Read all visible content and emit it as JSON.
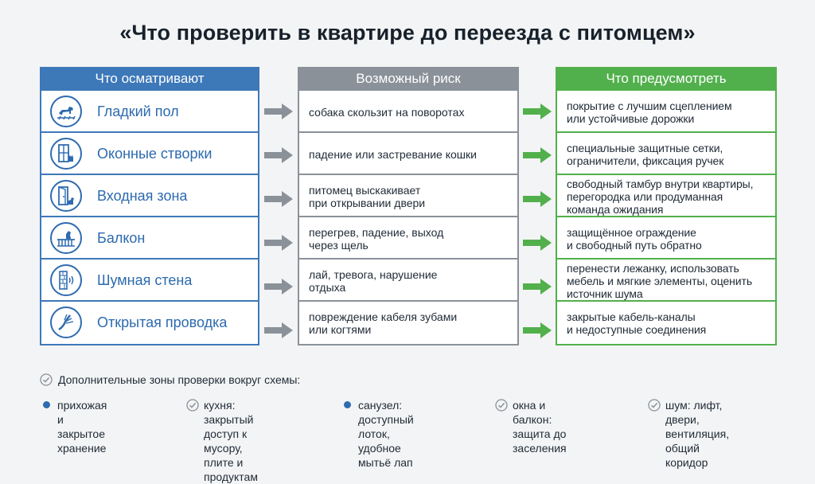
{
  "title": "«Что проверить в квартире до переезда с питомцем»",
  "columns": {
    "inspect": "Что осматривают",
    "risk": "Возможный риск",
    "provide": "Что предусмотреть"
  },
  "rows": [
    {
      "icon": "dog-on-floor-icon",
      "label": "Гладкий пол",
      "risk": "собака скользит на поворотах",
      "solution": "покрытие с лучшим сцеплением\nили устойчивые дорожки"
    },
    {
      "icon": "window-cat-icon",
      "label": "Оконные створки",
      "risk": "падение или застревание кошки",
      "solution": "специальные защитные сетки,\nограничители, фиксация ручек"
    },
    {
      "icon": "door-dog-icon",
      "label": "Входная зона",
      "risk": "питомец выскакивает\nпри открывании двери",
      "solution": "свободный тамбур внутри квартиры,\nперегородка или продуманная\nкоманда ожидания"
    },
    {
      "icon": "balcony-dog-icon",
      "label": "Балкон",
      "risk": "перегрев, падение, выход\nчерез щель",
      "solution": "защищённое ограждение\nи свободный путь обратно"
    },
    {
      "icon": "noisy-wall-icon",
      "label": "Шумная стена",
      "risk": "лай, тревога, нарушение\nотдыха",
      "solution": "перенести лежанку, использовать\nмебель и мягкие элементы, оценить\nисточник шума"
    },
    {
      "icon": "cable-icon",
      "label": "Открытая проводка",
      "risk": "повреждение кабеля зубами\nили когтями",
      "solution": "закрытые кабель-каналы\nи недоступные соединения"
    }
  ],
  "extra": {
    "heading": "Дополнительные зоны проверки вокруг схемы:",
    "zones": [
      {
        "marker": "dot",
        "text": "прихожая\nи закрытое хранение"
      },
      {
        "marker": "check",
        "text": "кухня: закрытый\nдоступ к мусору,\nплите и продуктам"
      },
      {
        "marker": "dot",
        "text": "санузел: доступный\nлоток, удобное\nмытьё лап"
      },
      {
        "marker": "check",
        "text": "окна и балкон:\nзащита до заселения"
      },
      {
        "marker": "check",
        "text": "шум: лифт, двери,\nвентиляция,\nобщий коридор"
      }
    ]
  },
  "colors": {
    "inspect": "#3d78b8",
    "risk": "#8a9199",
    "provide": "#52b04c",
    "arrow_grey": "#8a9199",
    "arrow_green": "#52b04c"
  }
}
